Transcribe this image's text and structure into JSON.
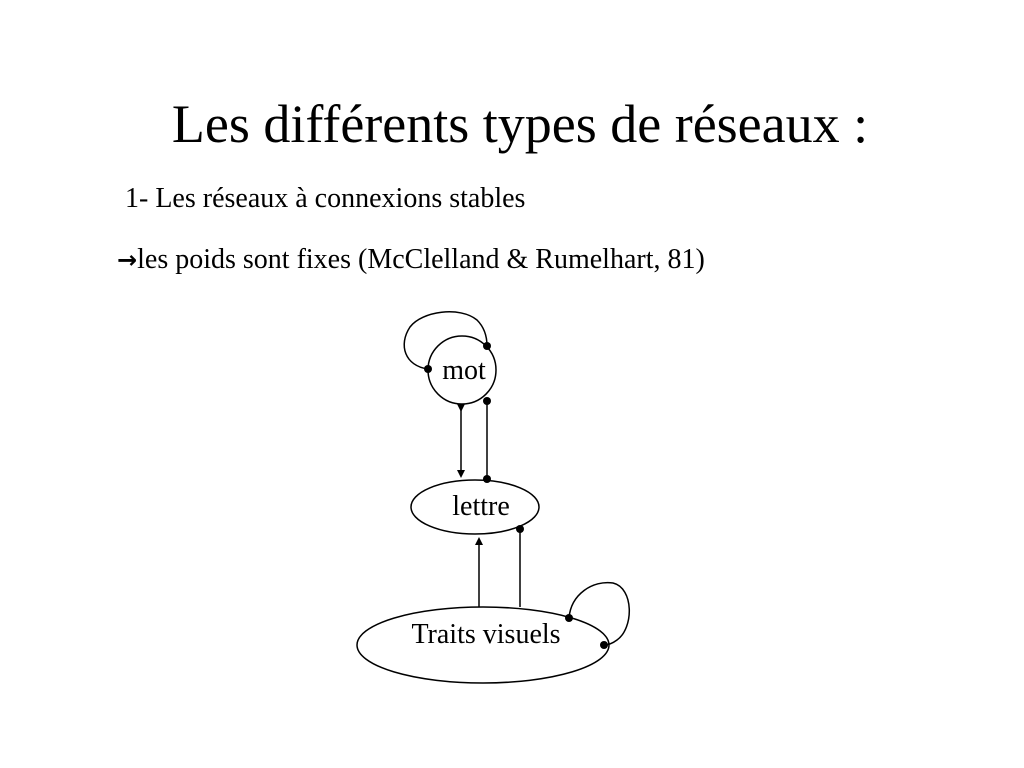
{
  "slide": {
    "title": "Les différents types de réseaux :",
    "subtitle": "1- Les réseaux à connexions stables",
    "bullet": {
      "arrow": "→",
      "text": "les poids sont fixes (McClelland & Rumelhart, 81)"
    }
  },
  "diagram": {
    "nodes": {
      "mot": "mot",
      "lettre": "lettre",
      "traits": "Traits visuels"
    }
  }
}
